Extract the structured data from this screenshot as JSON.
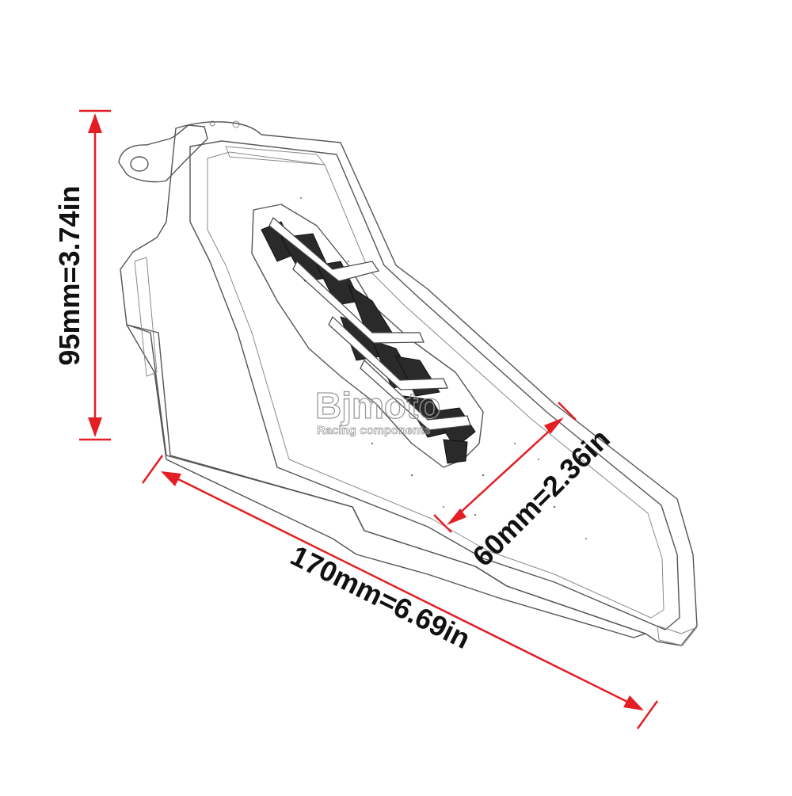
{
  "dimensions": {
    "height_label": "95mm=3.74in",
    "length_label": "170mm=6.69in",
    "width_label": "60mm=2.36in"
  },
  "watermark": {
    "brand": "Bjmoto",
    "tagline": "Racing components"
  },
  "colors": {
    "dimension_line": "#e31e24",
    "label_text": "#111111",
    "sketch_stroke": "#555555"
  }
}
